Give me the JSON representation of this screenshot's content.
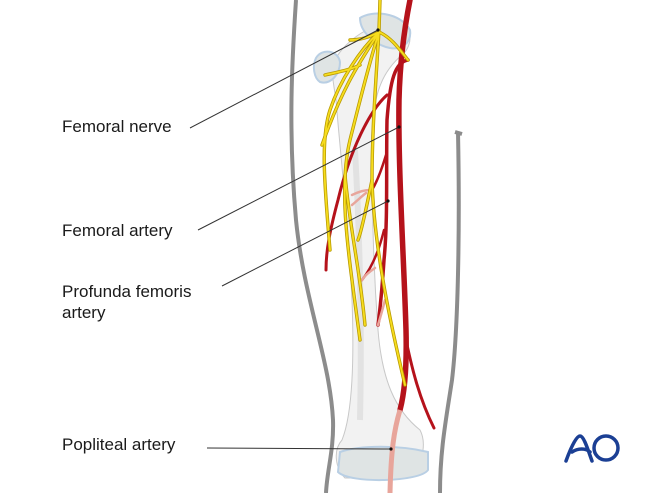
{
  "labels": {
    "femoral_nerve": "Femoral nerve",
    "femoral_artery": "Femoral artery",
    "profunda_line1": "Profunda femoris",
    "profunda_line2": "artery",
    "popliteal_artery": "Popliteal artery"
  },
  "logo": {
    "text": "AO",
    "color": "#1b3f94"
  },
  "colors": {
    "nerve": "#f2d100",
    "artery": "#b5121b",
    "artery_faded": "#e8a59b",
    "bone": "#e6e6e6",
    "cartilage": "#b9cfe4",
    "skin_outline": "#8c8c8c"
  }
}
